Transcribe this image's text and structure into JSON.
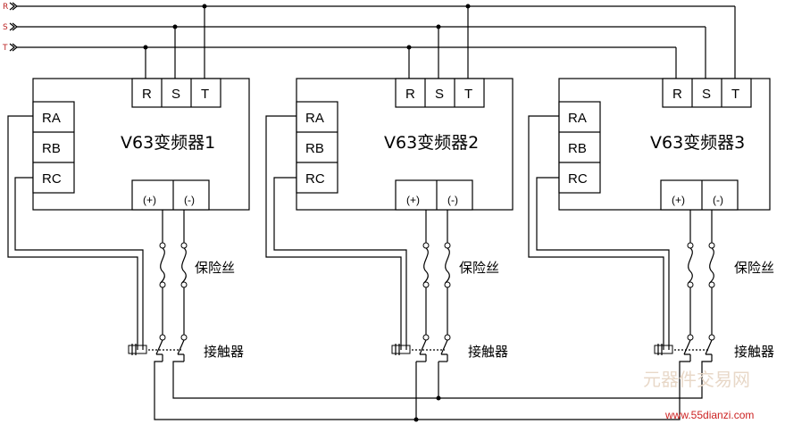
{
  "phases": [
    "R",
    "S",
    "T"
  ],
  "inverters": [
    {
      "title": "V63变频器1",
      "power_terminals": [
        "R",
        "S",
        "T"
      ],
      "relay_terminals": [
        "RA",
        "RB",
        "RC"
      ],
      "dc_terminals": [
        "(+)",
        "(-)"
      ],
      "fuse_label": "保险丝",
      "contactor_label": "接触器"
    },
    {
      "title": "V63变频器2",
      "power_terminals": [
        "R",
        "S",
        "T"
      ],
      "relay_terminals": [
        "RA",
        "RB",
        "RC"
      ],
      "dc_terminals": [
        "(+)",
        "(-)"
      ],
      "fuse_label": "保险丝",
      "contactor_label": "接触器"
    },
    {
      "title": "V63变频器3",
      "power_terminals": [
        "R",
        "S",
        "T"
      ],
      "relay_terminals": [
        "RA",
        "RB",
        "RC"
      ],
      "dc_terminals": [
        "(+)",
        "(-)"
      ],
      "fuse_label": "保险丝",
      "contactor_label": "接触器"
    }
  ],
  "watermark": {
    "logo_text": "元器件交易网",
    "url": "www.55dianzi.com"
  }
}
